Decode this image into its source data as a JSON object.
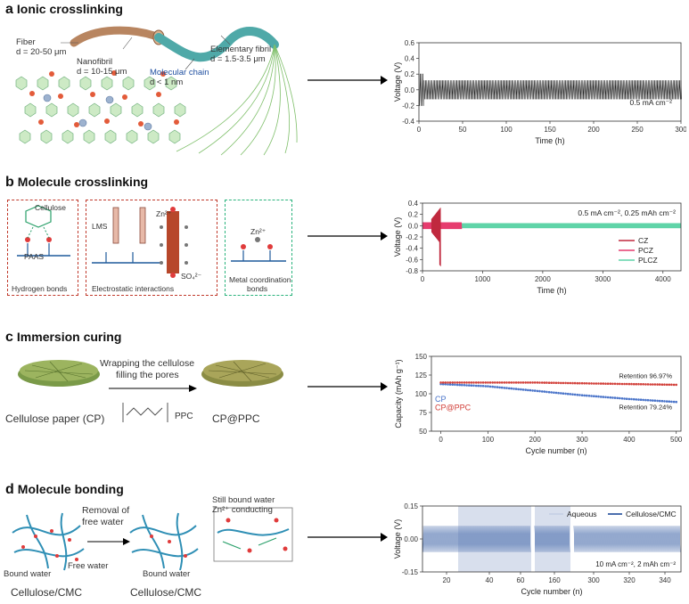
{
  "panel_a": {
    "letter": "a",
    "title": "Ionic crosslinking",
    "fiber_label": "Fiber",
    "fiber_size": "d = 20-50 μm",
    "nanofibril_label": "Nanofibril",
    "nanofibril_size": "d = 10-15 μm",
    "molecular_chain_label": "Molecular chain",
    "molecular_chain_size": "d < 1 nm",
    "elementary_fibril_label": "Elementary fibril",
    "elementary_fibril_size": "d = 1.5-3.5 μm"
  },
  "panel_b": {
    "letter": "b",
    "title": "Molecule crosslinking",
    "box1_top": "Cellulose",
    "box1_mid": "PAAS",
    "box1_bottom": "Hydrogen bonds",
    "box2_lms": "LMS",
    "box2_zn": "Zn²⁺",
    "box2_so4": "SO₄²⁻",
    "box2_bottom": "Electrostatic interactions",
    "box3_zn": "Zn²⁺",
    "box3_bottom1": "Metal coordination",
    "box3_bottom2": "bonds"
  },
  "panel_c": {
    "letter": "c",
    "title": "Immersion curing",
    "arrow_text1": "Wrapping the cellulose",
    "arrow_text2": "filling the pores",
    "ppc": "PPC",
    "left_label": "Cellulose paper (CP)",
    "right_label": "CP@PPC"
  },
  "panel_d": {
    "letter": "d",
    "title": "Molecule bonding",
    "arrow_text1": "Removal of",
    "arrow_text2": "free water",
    "bound_water_1": "Bound water",
    "free_water": "Free water",
    "bound_water_2": "Bound water",
    "still_bound1": "Still bound water",
    "still_bound2": "Zn²⁺ conducting",
    "left_label": "Cellulose/CMC",
    "right_label": "Cellulose/CMC"
  },
  "chart_data": [
    {
      "type": "line",
      "panel": "a",
      "xlabel": "Time (h)",
      "ylabel": "Voltage (V)",
      "xlim": [
        0,
        300
      ],
      "ylim": [
        -0.4,
        0.6
      ],
      "xticks": [
        "0",
        "50",
        "100",
        "150",
        "200",
        "250",
        "300"
      ],
      "yticks": [
        "-0.4",
        "-0.2",
        "0.0",
        "0.2",
        "0.4",
        "0.6"
      ],
      "annotation": "0.5 mA cm⁻²",
      "series": [
        {
          "amplitude_upper": 0.12,
          "amplitude_lower": -0.12
        }
      ],
      "colors": {
        "line": "#222222"
      }
    },
    {
      "type": "line",
      "panel": "b",
      "xlabel": "Time (h)",
      "ylabel": "Voltage (V)",
      "xlim": [
        0,
        4300
      ],
      "ylim": [
        -0.8,
        0.4
      ],
      "xticks": [
        "0",
        "1000",
        "2000",
        "3000",
        "4000"
      ],
      "yticks": [
        "-0.8",
        "-0.6",
        "-0.4",
        "-0.2",
        "0.0",
        "0.2",
        "0.4"
      ],
      "annotation": "0.5 mA cm⁻²,  0.25 mAh cm⁻²",
      "series": [
        {
          "name": "CZ",
          "end_time": 300
        },
        {
          "name": "PCZ",
          "end_time": 650
        },
        {
          "name": "PLCZ",
          "end_time": 4300
        }
      ],
      "colors": {
        "CZ": "#c0293e",
        "PCZ": "#e63c6e",
        "PLCZ": "#5fd4a8"
      }
    },
    {
      "type": "scatter",
      "panel": "c",
      "xlabel": "Cycle number (n)",
      "ylabel": "Capacity (mAh g⁻¹)",
      "xlim": [
        -20,
        510
      ],
      "ylim": [
        50,
        150
      ],
      "xticks": [
        "0",
        "100",
        "200",
        "300",
        "400",
        "500"
      ],
      "yticks": [
        "50",
        "75",
        "100",
        "125",
        "150"
      ],
      "series": [
        {
          "name": "CP",
          "x": [
            0,
            100,
            200,
            300,
            400,
            500
          ],
          "y": [
            113,
            110,
            104,
            98,
            93,
            89
          ]
        },
        {
          "name": "CP@PPC",
          "x": [
            0,
            100,
            200,
            300,
            400,
            500
          ],
          "y": [
            115,
            115,
            115,
            114,
            113,
            112
          ]
        }
      ],
      "annotations": [
        "Retention 96.97%",
        "Retention 79.24%"
      ],
      "colors": {
        "CP": "#4a74c9",
        "CP@PPC": "#d2403a"
      }
    },
    {
      "type": "line",
      "panel": "d",
      "xlabel": "Cycle number (n)",
      "ylabel": "Voltage (V)",
      "ylim": [
        -0.15,
        0.15
      ],
      "xticks": [
        "20",
        "40",
        "60",
        "160",
        "300",
        "320",
        "340"
      ],
      "yticks": [
        "-0.15",
        "0.00",
        "0.15"
      ],
      "annotation": "10 mA cm⁻²,  2 mAh cm⁻²",
      "series": [
        {
          "name": "Aqueous"
        },
        {
          "name": "Cellulose/CMC"
        }
      ],
      "colors": {
        "Aqueous": "#c8d2e6",
        "Cellulose/CMC": "#4c6fae"
      }
    }
  ]
}
